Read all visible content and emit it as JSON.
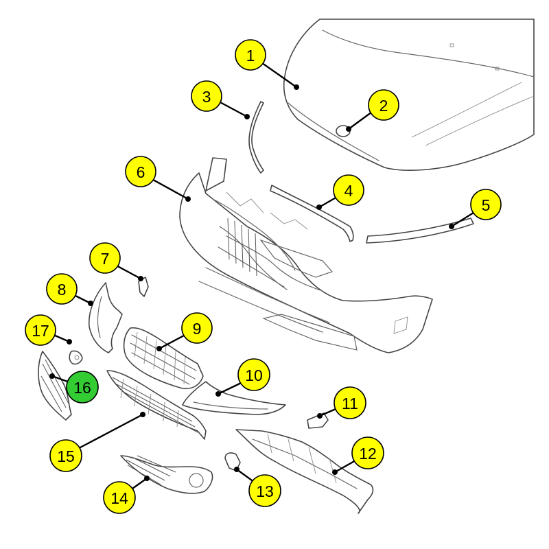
{
  "diagram": {
    "colors": {
      "callout_fill": "#ffff00",
      "callout_highlight": "#33cc33",
      "outline": "#444444",
      "leader": "#000000"
    },
    "parts": [
      {
        "id": "hood",
        "label": "1"
      },
      {
        "id": "hood-emblem",
        "label": "2"
      },
      {
        "id": "hood-seal-left",
        "label": "3"
      },
      {
        "id": "hood-seal-center",
        "label": "4"
      },
      {
        "id": "hood-seal-right",
        "label": "5"
      },
      {
        "id": "front-bumper",
        "label": "6"
      },
      {
        "id": "clip",
        "label": "7"
      },
      {
        "id": "headlight-trim-left",
        "label": "8"
      },
      {
        "id": "radiator-grille",
        "label": "9"
      },
      {
        "id": "headlight-trim-right",
        "label": "10"
      },
      {
        "id": "tow-hook-cover",
        "label": "11"
      },
      {
        "id": "underbody-shield",
        "label": "12"
      },
      {
        "id": "bracket",
        "label": "13"
      },
      {
        "id": "fog-lamp-grille-right",
        "label": "14"
      },
      {
        "id": "lower-grille",
        "label": "15"
      },
      {
        "id": "fog-lamp-grille-left",
        "label": "16",
        "highlighted": true
      },
      {
        "id": "retaining-clip",
        "label": "17"
      }
    ]
  }
}
